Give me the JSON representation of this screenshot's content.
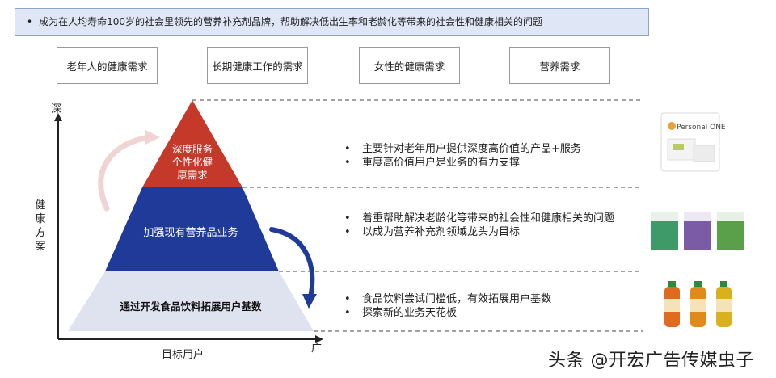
{
  "banner": {
    "text": "成为在人均寿命100岁的社会里领先的营养补充剂品牌，帮助解决低出生率和老龄化等带来的社会性和健康相关的问题"
  },
  "needs": [
    {
      "label": "老年人的健康需求"
    },
    {
      "label": "长期健康工作的需求"
    },
    {
      "label": "女性的健康需求"
    },
    {
      "label": "营养需求"
    }
  ],
  "axes": {
    "y_top": "深",
    "y_label": "健康方案",
    "x_label": "目标用户",
    "x_end": "广"
  },
  "pyramid": {
    "top": {
      "lines": [
        "深度服务",
        "个性化健",
        "康需求"
      ],
      "color": "#c4392a"
    },
    "middle": {
      "label": "加强现有营养品业务",
      "color": "#1f3a99"
    },
    "bottom": {
      "label": "通过开发食品饮料拓展用户基数",
      "color": "#dfe3ef"
    }
  },
  "tiers": [
    {
      "bullets": [
        "主要针对老年用户提供深度高价值的产品+服务",
        "重度高价值用户是业务的有力支撑"
      ]
    },
    {
      "bullets": [
        "着重帮助解决老龄化等带来的社会性和健康相关的问题",
        "以成为营养补充剂领域龙头为目标"
      ]
    },
    {
      "bullets": [
        "食品饮料尝试门槛低，有效拓展用户基数",
        "探索新的业务天花板"
      ]
    }
  ],
  "products": {
    "top_text": "Personal ONE"
  },
  "watermark": "头条 @开宏广告传媒虫子"
}
